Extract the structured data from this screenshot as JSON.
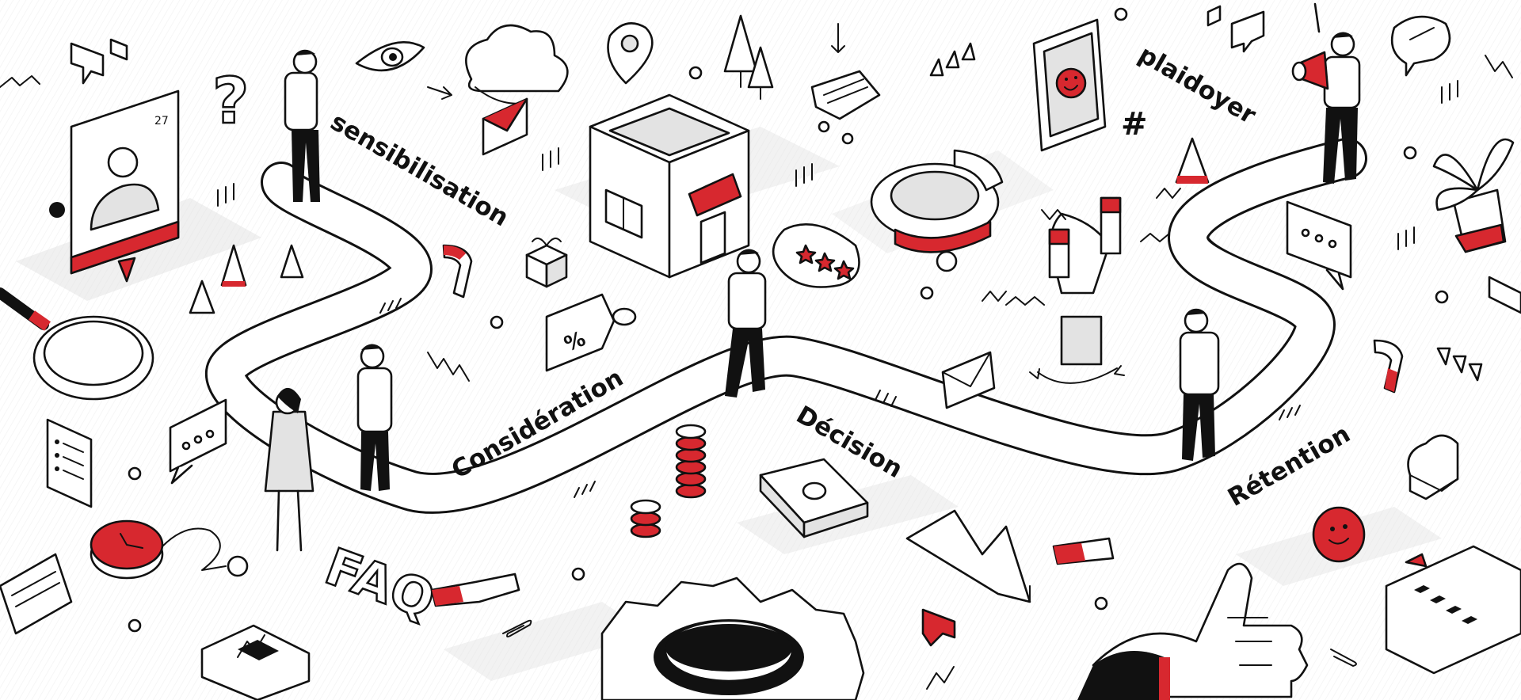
{
  "stages": [
    {
      "id": "awareness",
      "label": "sensibilisation"
    },
    {
      "id": "consideration",
      "label": "Considération"
    },
    {
      "id": "decision",
      "label": "Décision"
    },
    {
      "id": "retention",
      "label": "Rétention"
    },
    {
      "id": "advocacy",
      "label": "plaidoyer"
    }
  ],
  "decor_text": {
    "profile_counter": "27",
    "faq": "FAQ",
    "percent": "%",
    "hashtag": "#",
    "question_mark": "?"
  },
  "colors": {
    "accent": "#d7282f",
    "ink": "#111111",
    "fill_light": "#ffffff",
    "fill_gray": "#e3e3e3",
    "shadow": "#ececec"
  },
  "icons": [
    "profile-card-icon",
    "magnifier-icon",
    "chat-bubble-icon",
    "checklist-icon",
    "clock-icon",
    "faq-icon",
    "keyboard-key-icon",
    "question-mark-icon",
    "eye-icon",
    "cloud-icon",
    "envelope-icon",
    "location-pin-icon",
    "tree-icon",
    "shop-icon",
    "gift-icon",
    "discount-tag-icon",
    "rating-bubble-icon",
    "coin-stack-icon",
    "banknote-icon",
    "gear-icon",
    "shopping-cart-icon",
    "donut-chart-icon",
    "magnet-icon",
    "smartphone-icon",
    "megaphone-icon",
    "plant-icon",
    "heart-icon",
    "smiley-icon",
    "thumbs-up-icon",
    "document-icon",
    "paperclip-icon"
  ]
}
